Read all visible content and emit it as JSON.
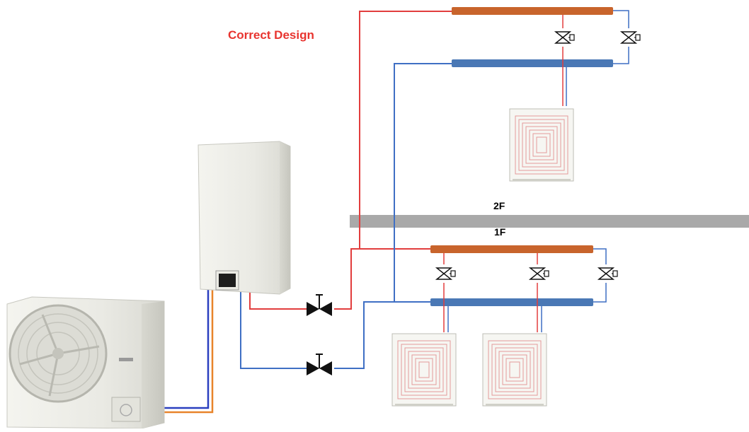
{
  "diagram": {
    "title": "Correct Design",
    "floor_upper": "2F",
    "floor_lower": "1F"
  },
  "colors": {
    "title": "#e8342f",
    "supply_pipe": "#e23d3d",
    "return_pipe": "#3f6fc4",
    "supply_manifold": "#c8642c",
    "return_manifold": "#4a78b5",
    "floor_slab": "#a9a9a9",
    "valve": "#111111",
    "unit_body": "#eeeee8",
    "coil": "#e49a9a"
  }
}
